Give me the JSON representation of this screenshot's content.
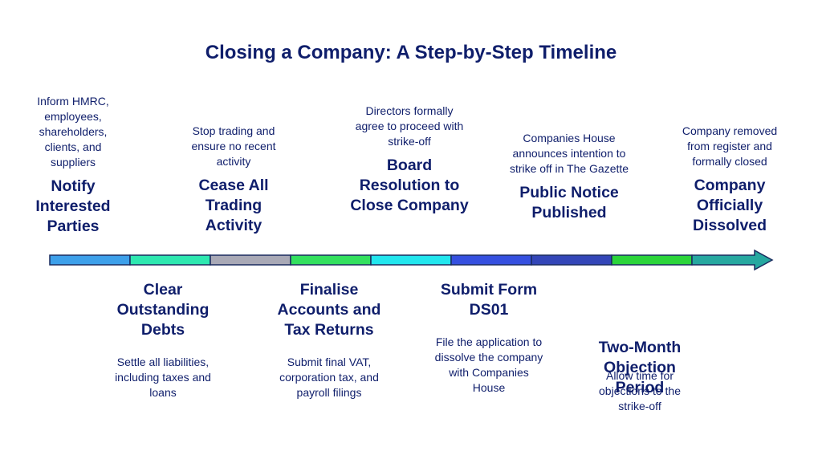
{
  "title": "Closing a Company: A Step-by-Step Timeline",
  "steps": [
    {
      "heading": "Notify Interested Parties",
      "description": "Inform HMRC, employees, shareholders, clients, and suppliers",
      "position": "above",
      "color": "#3da0ea"
    },
    {
      "heading": "Clear Outstanding Debts",
      "description": "Settle all liabilities, including taxes and loans",
      "position": "below",
      "color": "#2ee8b0"
    },
    {
      "heading": "Cease All Trading Activity",
      "description": "Stop trading and ensure no recent activity",
      "position": "above",
      "color": "#a9a9b6"
    },
    {
      "heading": "Finalise Accounts and Tax Returns",
      "description": "Submit final VAT, corporation tax, and payroll filings",
      "position": "below",
      "color": "#33e05e"
    },
    {
      "heading": "Board Resolution to Close Company",
      "description": "Directors formally agree to proceed with strike-off",
      "position": "above",
      "color": "#22e6ee"
    },
    {
      "heading": "Submit Form DS01",
      "description": "File the application to dissolve the company with Companies House",
      "position": "below",
      "color": "#3550e0"
    },
    {
      "heading": "Public Notice Published",
      "description": "Companies House announces intention to strike off in The Gazette",
      "position": "above",
      "color": "#3346b8"
    },
    {
      "heading": "Two-Month Objection Period",
      "description": "Allow time for objections to the strike-off",
      "position": "below",
      "color": "#2bd43a"
    },
    {
      "heading": "Company Officially Dissolved",
      "description": "Company removed from register and formally closed",
      "position": "above",
      "color": "#26a8a0"
    }
  ]
}
